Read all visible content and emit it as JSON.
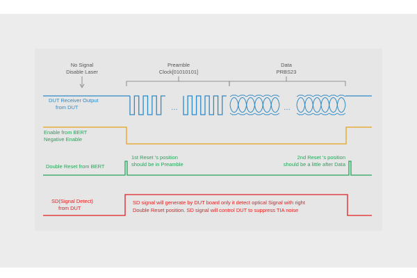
{
  "diagram": {
    "header": {
      "no_signal": [
        "No Signal",
        "Disable Laser"
      ],
      "preamble": [
        "Preamble",
        "Clock[01010101]"
      ],
      "data": [
        "Data",
        "PRBS23"
      ]
    },
    "signals": {
      "dut_output": {
        "label": [
          "DUT Receiver Output",
          "from DUT"
        ],
        "color": "#2c8ac6"
      },
      "enable": {
        "label": [
          "Enable from BERT",
          "Negative Enable"
        ],
        "color": "#e9a21b"
      },
      "double_reset": {
        "label": [
          "Double Reset from BERT"
        ],
        "color": "#27a35a"
      },
      "sd": {
        "label": [
          "SD(Signal Detect)",
          "from DUT"
        ],
        "color": "#e02020"
      }
    },
    "ellipsis": [
      "…",
      "…"
    ],
    "notes": {
      "reset1": [
        "1st Reset 's position",
        "should be in Preamble"
      ],
      "reset2": [
        "2nd Reset 's position",
        "should be a little after Data"
      ],
      "sd_note": [
        "SD signal will generate by DUT board only it detect optical Signal with right",
        "Double Reset position. SD signal will control DUT to suppress TIA noise"
      ]
    },
    "colors": {
      "label_blue": "#2c8ac6",
      "label_green": "#27a35a",
      "label_red": "#e02020",
      "text_gray": "#555555"
    }
  }
}
